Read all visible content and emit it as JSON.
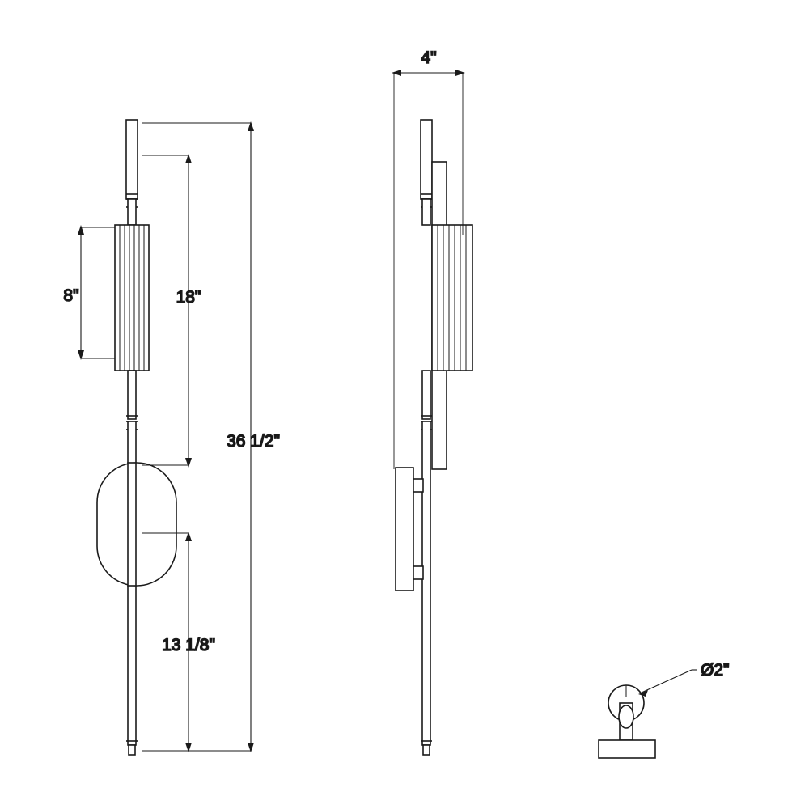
{
  "drawing": {
    "title": "Wall sconce dimensional drawing",
    "line_color": "#1a1a1a",
    "fill_color": "#ffffff",
    "background": "#ffffff",
    "views": [
      {
        "name": "front-elevation",
        "label": ""
      },
      {
        "name": "side-elevation",
        "label": ""
      },
      {
        "name": "canopy-detail",
        "label": ""
      }
    ],
    "dimensions": {
      "overall_height": "36 1/2\"",
      "upper_segment": "18\"",
      "shade_height": "8\"",
      "lower_segment": "13 1/8\"",
      "projection": "4\"",
      "canopy_diameter": "Ø2\""
    }
  }
}
